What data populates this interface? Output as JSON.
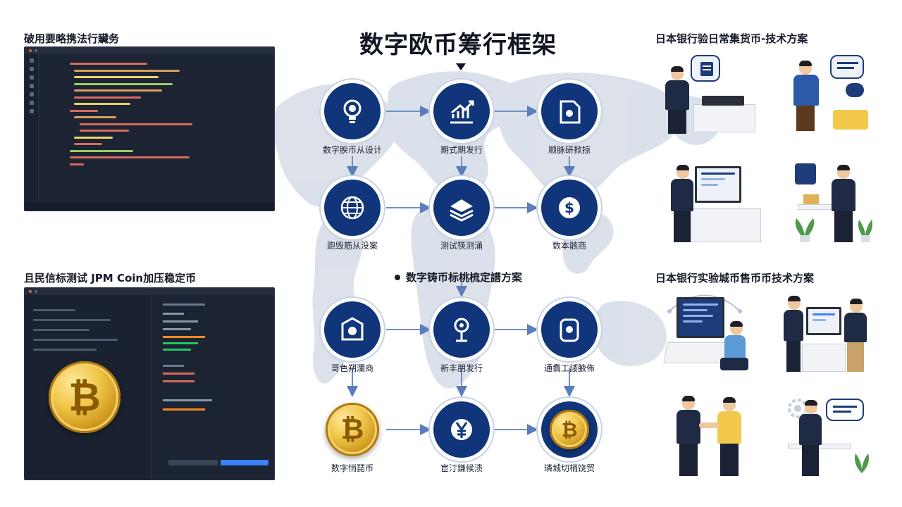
{
  "title": "数字欧币筹行框架",
  "sections": {
    "top_left": "破用要略携法行贜务",
    "bottom_left": "且民信标测试 JPM Coin加压稳定币",
    "middle": "数字铸币标桃梳定譜方案",
    "top_right": "日本银行验日常集货币-技术方案",
    "bottom_right": "日本银行实验城币售币币技术方案"
  },
  "nodes": [
    {
      "id": "n1",
      "label": "数字腴币从设计",
      "icon": "lightbulb-icon"
    },
    {
      "id": "n2",
      "label": "期式期发行",
      "icon": "growth-chart-icon"
    },
    {
      "id": "n3",
      "label": "顺脉研掀掠",
      "icon": "document-icon"
    },
    {
      "id": "n4",
      "label": "跑毁筋从没案",
      "icon": "globe-icon"
    },
    {
      "id": "n5",
      "label": "测试筷测涌",
      "icon": "layers-icon"
    },
    {
      "id": "n6",
      "label": "数本骸商",
      "icon": "dollar-icon"
    },
    {
      "id": "n7",
      "label": "哥色朔瀾商",
      "icon": "shield-icon"
    },
    {
      "id": "n8",
      "label": "新丰朋发行",
      "icon": "location-pin-icon"
    },
    {
      "id": "n9",
      "label": "通翥工諉腋佈",
      "icon": "lock-icon"
    },
    {
      "id": "n10",
      "label": "数字悄琵币",
      "icon": "bitcoin-coin-icon"
    },
    {
      "id": "n11",
      "label": "宦汀鎌候渍",
      "icon": "yen-icon"
    },
    {
      "id": "n12",
      "label": "璘城切梢饶贸",
      "icon": "gold-coin-icon"
    }
  ],
  "icons": {
    "coin_symbol": "₿",
    "dollar_symbol": "$"
  },
  "colors": {
    "node_fill": "#10357a",
    "window_bg": "#1c2333",
    "map": "#d5dbe6",
    "accent_gold": "#f2c94c",
    "accent_blue": "#3b82f6",
    "accent_orange": "#f08a24",
    "accent_green": "#22c55e"
  }
}
